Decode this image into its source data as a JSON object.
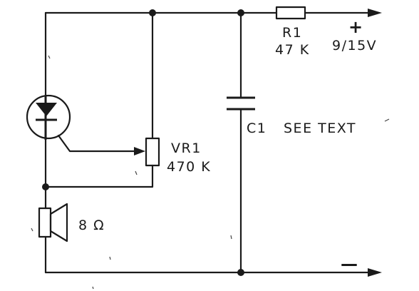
{
  "components": {
    "r1": {
      "ref": "R1",
      "value": "47 K"
    },
    "vr1": {
      "ref": "VR1",
      "value": "470 K"
    },
    "c1": {
      "ref": "C1",
      "note": "SEE TEXT"
    },
    "speaker": {
      "value": "8 Ω"
    },
    "lamp": {}
  },
  "supply": {
    "positive_sign": "+",
    "voltage": "9/15V",
    "negative_sign": "—"
  }
}
